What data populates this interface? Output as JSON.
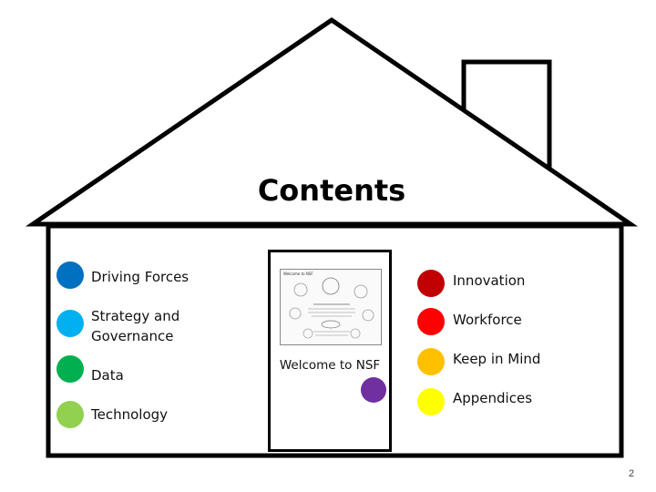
{
  "slide": {
    "title": "Contents",
    "page_number": "2"
  },
  "left_items": [
    {
      "label": "Driving Forces",
      "color": "#0070C0"
    },
    {
      "label": "Strategy and Governance",
      "line1": "Strategy and",
      "line2": "Governance",
      "color": "#00B0F0"
    },
    {
      "label": "Data",
      "color": "#00B050"
    },
    {
      "label": "Technology",
      "color": "#92D050"
    }
  ],
  "right_items": [
    {
      "label": "Innovation",
      "color": "#C00000"
    },
    {
      "label": "Workforce",
      "color": "#FF0000"
    },
    {
      "label": "Keep in Mind",
      "color": "#FFC000"
    },
    {
      "label": "Appendices",
      "color": "#FFFF00"
    }
  ],
  "door": {
    "label": "Welcome to NSF",
    "dot_color": "#7030A0",
    "poster_heading": "Welcome to NSF"
  }
}
